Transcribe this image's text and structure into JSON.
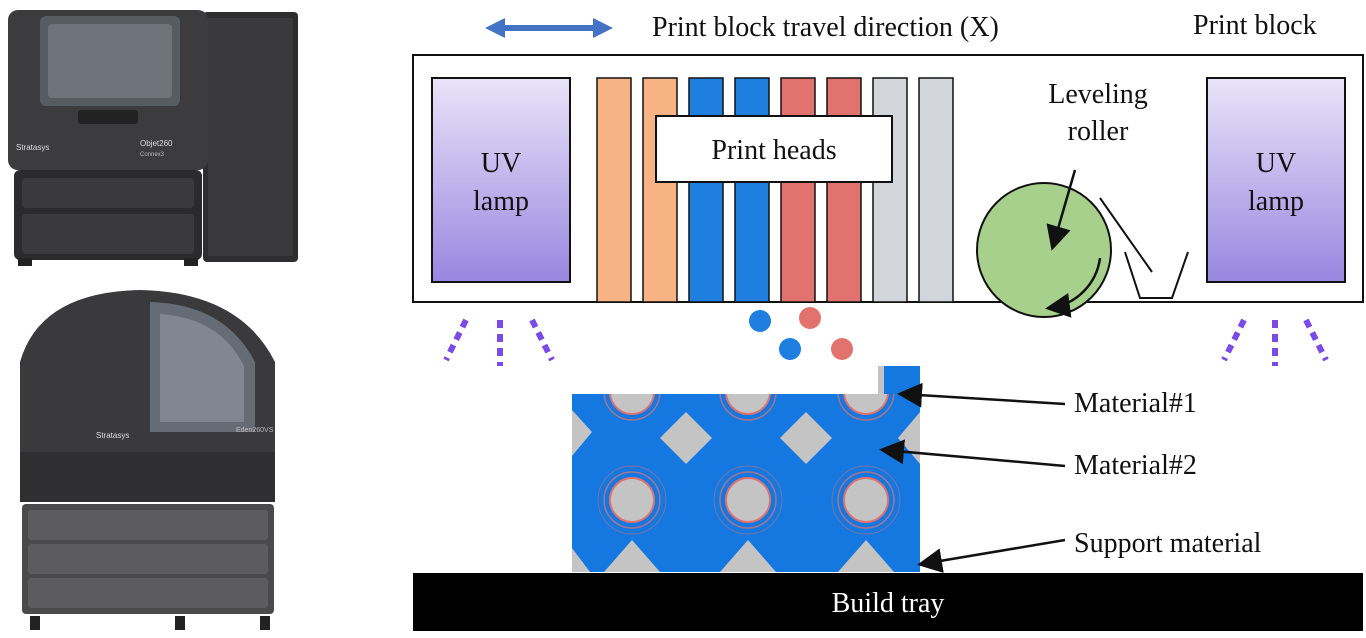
{
  "printers": {
    "top": {
      "brand": "Stratasys",
      "model": "Objet260",
      "series": "Connex3"
    },
    "bottom": {
      "brand": "Stratasys",
      "model": "Eden260VS"
    }
  },
  "diagram": {
    "travel_direction": "Print block travel direction (X)",
    "print_block": "Print block",
    "uv_lamp_left": [
      "UV",
      "lamp"
    ],
    "uv_lamp_right": [
      "UV",
      "lamp"
    ],
    "print_heads": "Print heads",
    "leveling_roller": [
      "Leveling",
      "roller"
    ],
    "material_1": "Material#1",
    "material_2": "Material#2",
    "support_material": "Support material",
    "build_tray": "Build tray"
  },
  "colors": {
    "uv_lamp_top": "#e7e2f7",
    "uv_lamp_bottom": "#9a8ae0",
    "head_orange": "#f7b384",
    "head_blue": "#1f7fe0",
    "head_red": "#e2726e",
    "head_gray": "#d2d6da",
    "roller": "#a7d08d",
    "uv_light": "#7b4be6",
    "material_blue": "#1478e0",
    "support_gray": "#c4c4c4",
    "arrow": "#4472c4"
  }
}
